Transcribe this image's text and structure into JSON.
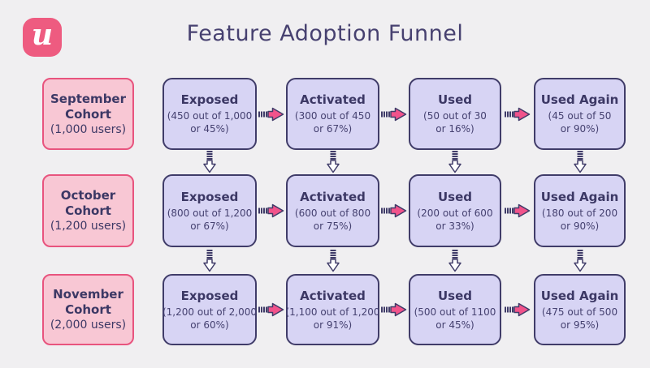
{
  "logo": {
    "letter": "u"
  },
  "title": "Feature Adoption Funnel",
  "colors": {
    "background": "#f0eff1",
    "title_text": "#474170",
    "box_text": "#3c3865",
    "cohort_fill": "#f8c7d4",
    "cohort_border": "#e8547e",
    "stage_fill": "#d7d4f4",
    "stage_border": "#403c69",
    "arrow_pink": "#f1538b",
    "logo_pink": "#ee5b80"
  },
  "funnel": {
    "rows": [
      {
        "cohort": {
          "name": "September Cohort",
          "users": "(1,000 users)"
        },
        "stages": [
          {
            "label": "Exposed",
            "detail1": "(450 out of 1,000",
            "detail2": "or 45%)"
          },
          {
            "label": "Activated",
            "detail1": "(300 out of 450",
            "detail2": "or 67%)"
          },
          {
            "label": "Used",
            "detail1": "(50 out of 30",
            "detail2": "or 16%)"
          },
          {
            "label": "Used Again",
            "detail1": "(45 out of 50",
            "detail2": "or 90%)"
          }
        ]
      },
      {
        "cohort": {
          "name": "October Cohort",
          "users": "(1,200 users)"
        },
        "stages": [
          {
            "label": "Exposed",
            "detail1": "(800 out of 1,200",
            "detail2": "or 67%)"
          },
          {
            "label": "Activated",
            "detail1": "(600 out of 800",
            "detail2": "or 75%)"
          },
          {
            "label": "Used",
            "detail1": "(200 out of 600",
            "detail2": "or 33%)"
          },
          {
            "label": "Used Again",
            "detail1": "(180 out of 200",
            "detail2": "or 90%)"
          }
        ]
      },
      {
        "cohort": {
          "name": "November Cohort",
          "users": "(2,000 users)"
        },
        "stages": [
          {
            "label": "Exposed",
            "detail1": "(1,200 out of 2,000",
            "detail2": "or 60%)"
          },
          {
            "label": "Activated",
            "detail1": "(1,100 out of 1,200",
            "detail2": "or 91%)"
          },
          {
            "label": "Used",
            "detail1": "(500 out of 1100",
            "detail2": "or 45%)"
          },
          {
            "label": "Used Again",
            "detail1": "(475 out of 500",
            "detail2": "or 95%)"
          }
        ]
      }
    ]
  }
}
